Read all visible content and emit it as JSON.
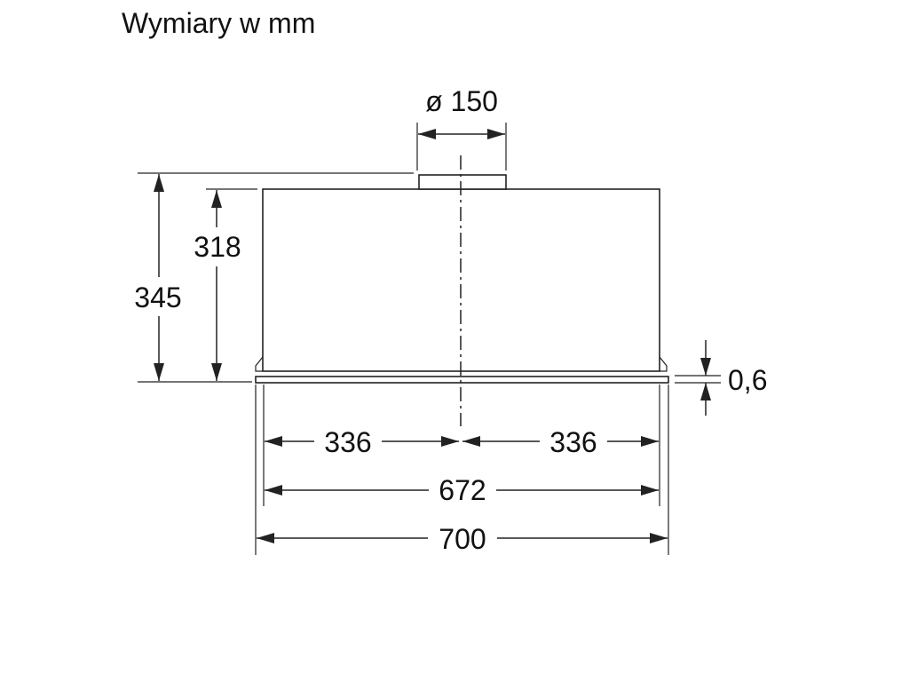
{
  "title": "Wymiary w mm",
  "dimensions": {
    "duct_diameter": "ø 150",
    "total_height": "345",
    "body_height": "318",
    "rim_thickness": "0,6",
    "half_width_left": "336",
    "half_width_right": "336",
    "body_width": "672",
    "total_width": "700"
  }
}
